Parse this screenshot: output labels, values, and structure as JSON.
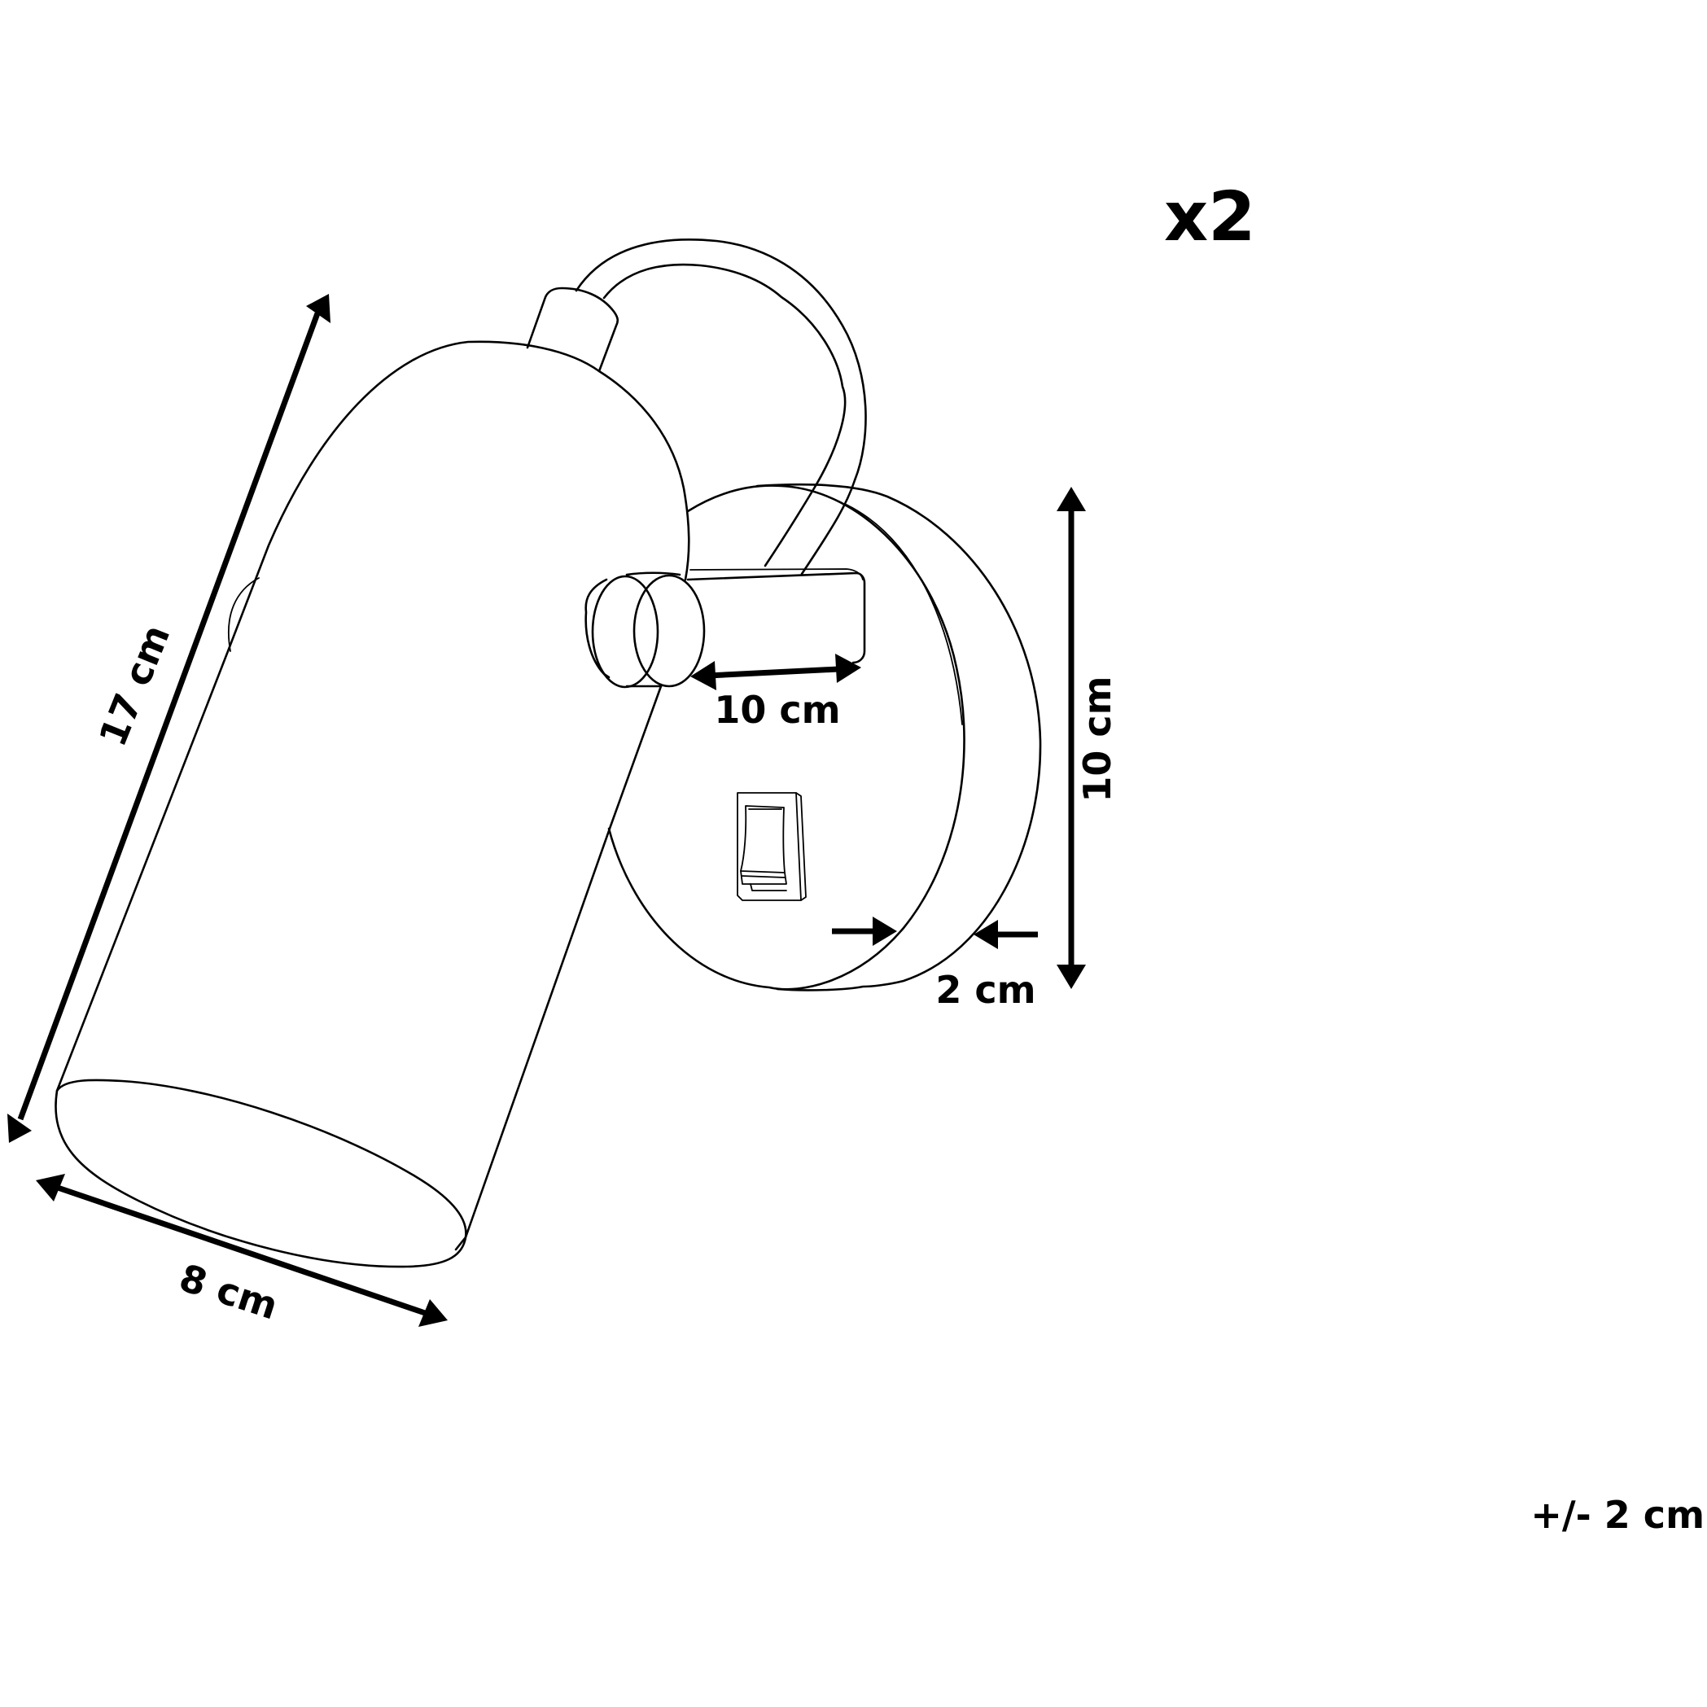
{
  "labels": {
    "quantity": "x2",
    "shade_length": "17 cm",
    "shade_diameter": "8 cm",
    "arm_length": "10 cm",
    "base_diameter": "10 cm",
    "base_depth": "2 cm",
    "tolerance": "+/- 2 cm"
  },
  "icons": {
    "drawing": "wall-spotlight-line-drawing",
    "switch": "rocker-switch-icon"
  },
  "colors": {
    "ink": "#000000",
    "background": "#ffffff"
  }
}
